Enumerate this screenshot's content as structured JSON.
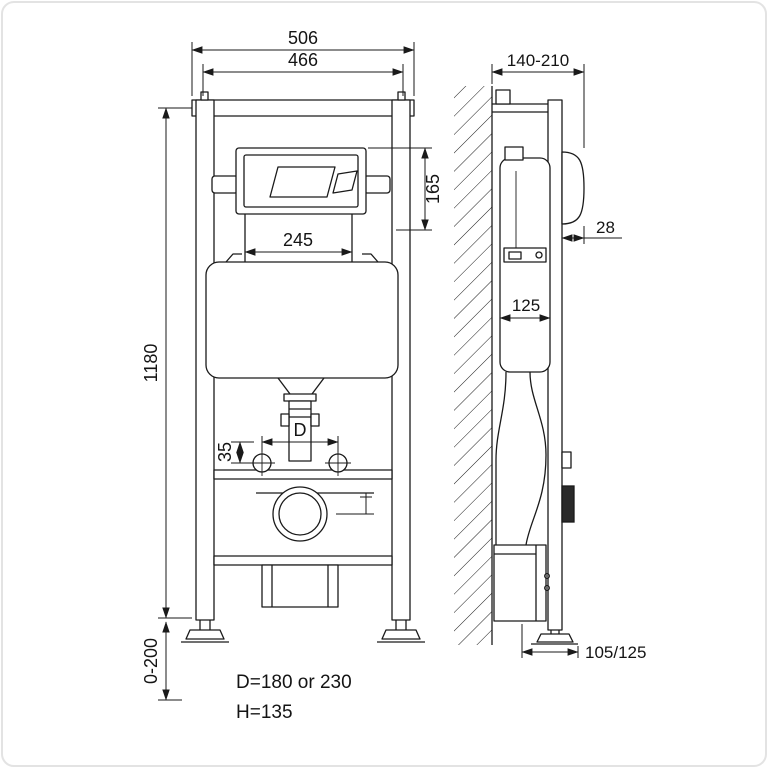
{
  "drawing": {
    "front_view": {
      "width_outer": "506",
      "width_inner": "466",
      "plate_height": "165",
      "shaft_width": "245",
      "frame_height": "1180",
      "bolt_spacing": "D",
      "bolt_offset": "35",
      "feet_adjust": "0-200"
    },
    "side_view": {
      "depth_range": "140-210",
      "plate_protrusion": "28",
      "cistern_depth": "125",
      "outlet_offset": "105/125"
    },
    "notes": {
      "d_note": "D=180 or 230",
      "h_note": "H=135"
    }
  }
}
